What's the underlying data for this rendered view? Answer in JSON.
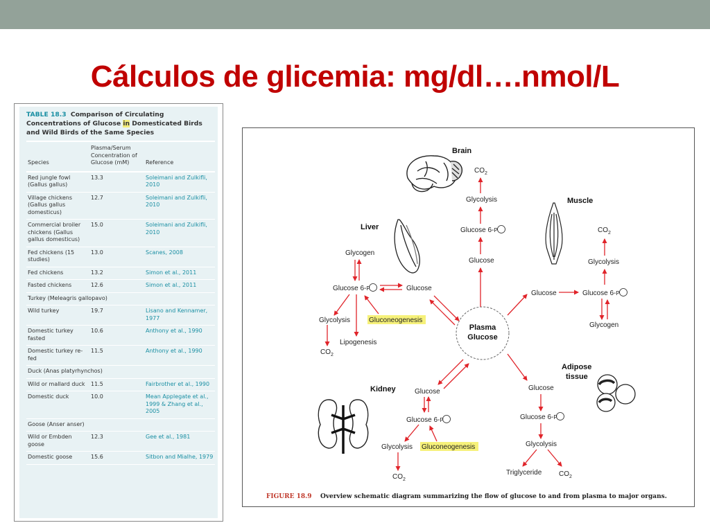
{
  "title": "Cálculos de glicemia: mg/dl….nmol/L",
  "table": {
    "number": "TABLE 18.3",
    "caption_a": "Comparison of Circulating Concentrations of Glucose ",
    "caption_hl": "in",
    "caption_b": " Domesticated Birds and Wild Birds of the Same Species",
    "headers": {
      "species": "Species",
      "concentration": "Plasma/Serum Concentration of Glucose (mM)",
      "reference": "Reference"
    },
    "rows": [
      {
        "species": "Red jungle fowl (Gallus gallus)",
        "value": "13.3",
        "reference": "Soleimani and Zulkifli, 2010"
      },
      {
        "species": "Village chickens (Gallus gallus domesticus)",
        "value": "12.7",
        "reference": "Soleimani and Zulkifli, 2010"
      },
      {
        "species": "Commercial broiler chickens (Gallus gallus domesticus)",
        "value": "15.0",
        "reference": "Soleimani and Zulkifli, 2010"
      },
      {
        "species": "Fed chickens (15 studies)",
        "value": "13.0",
        "reference": "Scanes, 2008"
      },
      {
        "species": "Fed chickens",
        "value": "13.2",
        "reference": "Simon et al., 2011"
      },
      {
        "species": "Fasted chickens",
        "value": "12.6",
        "reference": "Simon et al., 2011"
      },
      {
        "species": "Turkey (Meleagris gallopavo)",
        "value": "",
        "reference": ""
      },
      {
        "species": "Wild turkey",
        "value": "19.7",
        "reference": "Lisano and Kennamer, 1977"
      },
      {
        "species": "Domestic turkey fasted",
        "value": "10.6",
        "reference": "Anthony et al., 1990"
      },
      {
        "species": "Domestic turkey re-fed",
        "value": "11.5",
        "reference": "Anthony et al., 1990"
      },
      {
        "species": "Duck (Anas platyrhynchos)",
        "value": "",
        "reference": ""
      },
      {
        "species": "Wild or mallard duck",
        "value": "11.5",
        "reference": "Fairbrother et al., 1990"
      },
      {
        "species": "Domestic duck",
        "value": "10.0",
        "reference": "Mean Applegate et al., 1999 & Zhang et al., 2005"
      },
      {
        "species": "Goose (Anser anser)",
        "value": "",
        "reference": ""
      },
      {
        "species": "Wild or Embden goose",
        "value": "12.3",
        "reference": "Gee et al., 1981"
      },
      {
        "species": "Domestic goose",
        "value": "15.6",
        "reference": "Sitbon and Mialhe, 1979"
      }
    ]
  },
  "figure": {
    "organs": {
      "brain": "Brain",
      "muscle": "Muscle",
      "liver": "Liver",
      "kidney": "Kidney",
      "adipose_1": "Adipose",
      "adipose_2": "tissue"
    },
    "plasma_1": "Plasma",
    "plasma_2": "Glucose",
    "labels": {
      "co2": "CO",
      "co2_sub": "2",
      "glycolysis": "Glycolysis",
      "glucose": "Glucose",
      "glucose6p": "Glucose 6-",
      "p": "P",
      "glycogen": "Glycogen",
      "gluconeogenesis": "Gluconeogenesis",
      "lipogenesis": "Lipogenesis",
      "triglyceride": "Triglyceride"
    },
    "caption_num": "FIGURE 18.9",
    "caption_text": "Overview schematic diagram summarizing the flow of glucose to and from plasma to major organs."
  },
  "colors": {
    "title": "#c00000",
    "arrow": "#e0242a",
    "highlight": "#f6f17a",
    "table_bg": "#e8f2f4",
    "top_bar": "#93a299"
  }
}
